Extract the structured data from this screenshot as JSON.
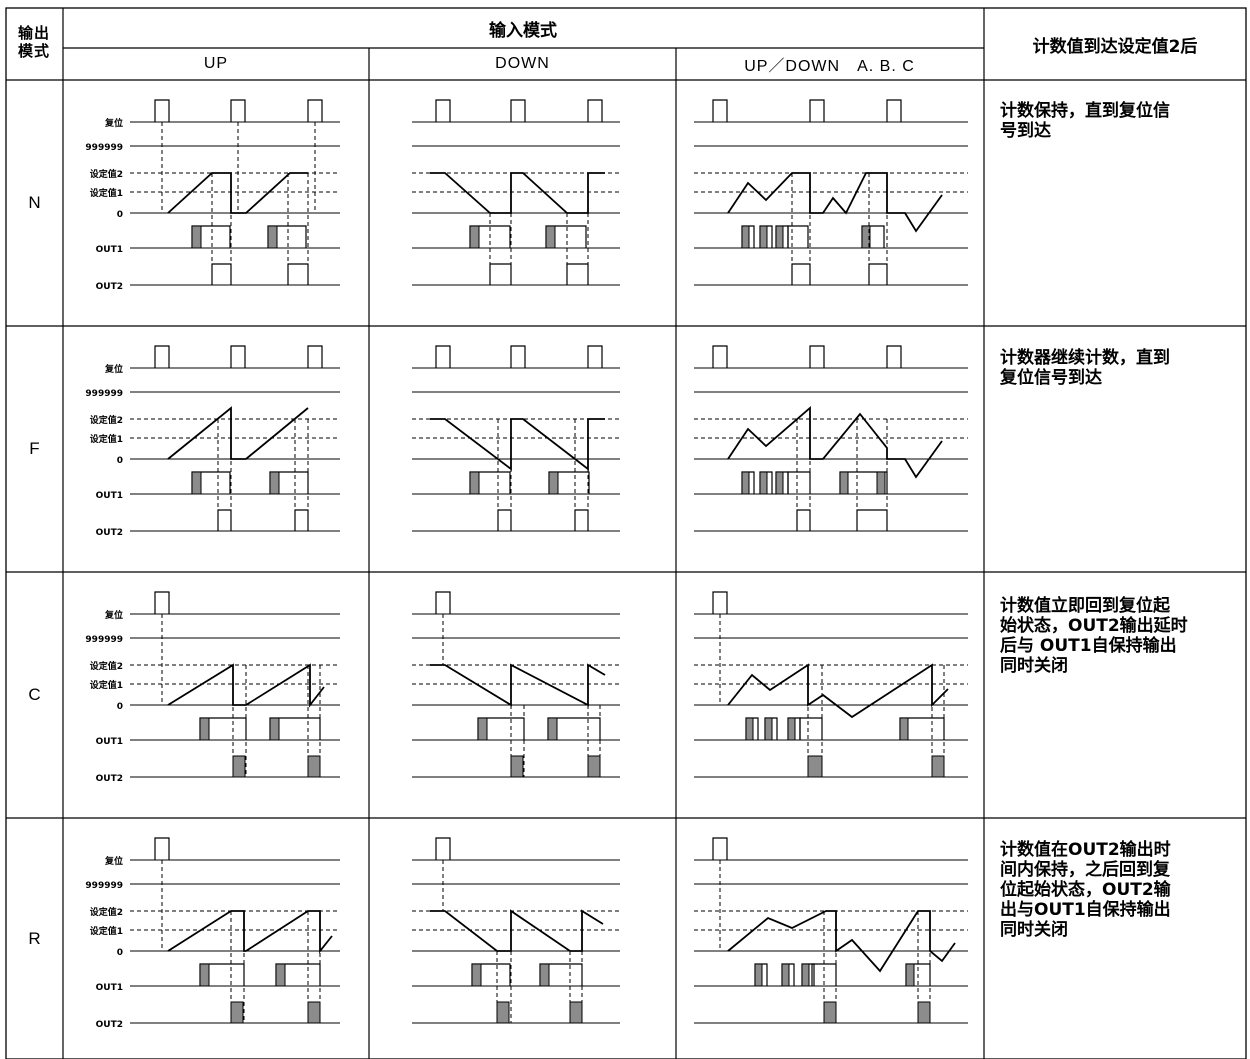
{
  "header": {
    "output_mode": "输出模式",
    "input_mode": "输入模式",
    "after_label": "计数值到达设定值2后",
    "columns": [
      "UP",
      "DOWN",
      "UP／DOWN　A. B. C"
    ]
  },
  "signal_labels": [
    "复位",
    "999999",
    "设定值2",
    "设定值1",
    "0",
    "OUT1",
    "OUT2"
  ],
  "rows": [
    {
      "mode": "N",
      "description": [
        "计数保持，直到复位信",
        "号到达"
      ]
    },
    {
      "mode": "F",
      "description": [
        "计数器继续计数，直到",
        "复位信号到达"
      ]
    },
    {
      "mode": "C",
      "description": [
        "计数值立即回到复位起",
        "始状态，OUT2输出延时",
        "后与 OUT1自保持输出",
        "同时关闭"
      ]
    },
    {
      "mode": "R",
      "description": [
        "计数值在OUT2输出时",
        "间内保持，之后回到复",
        "位起始状态，OUT2输",
        "出与OUT1自保持输出",
        "同时关闭"
      ]
    }
  ],
  "colors": {
    "line": "#000000",
    "pulse_fill": "#8c8c8c",
    "background": "#ffffff"
  }
}
